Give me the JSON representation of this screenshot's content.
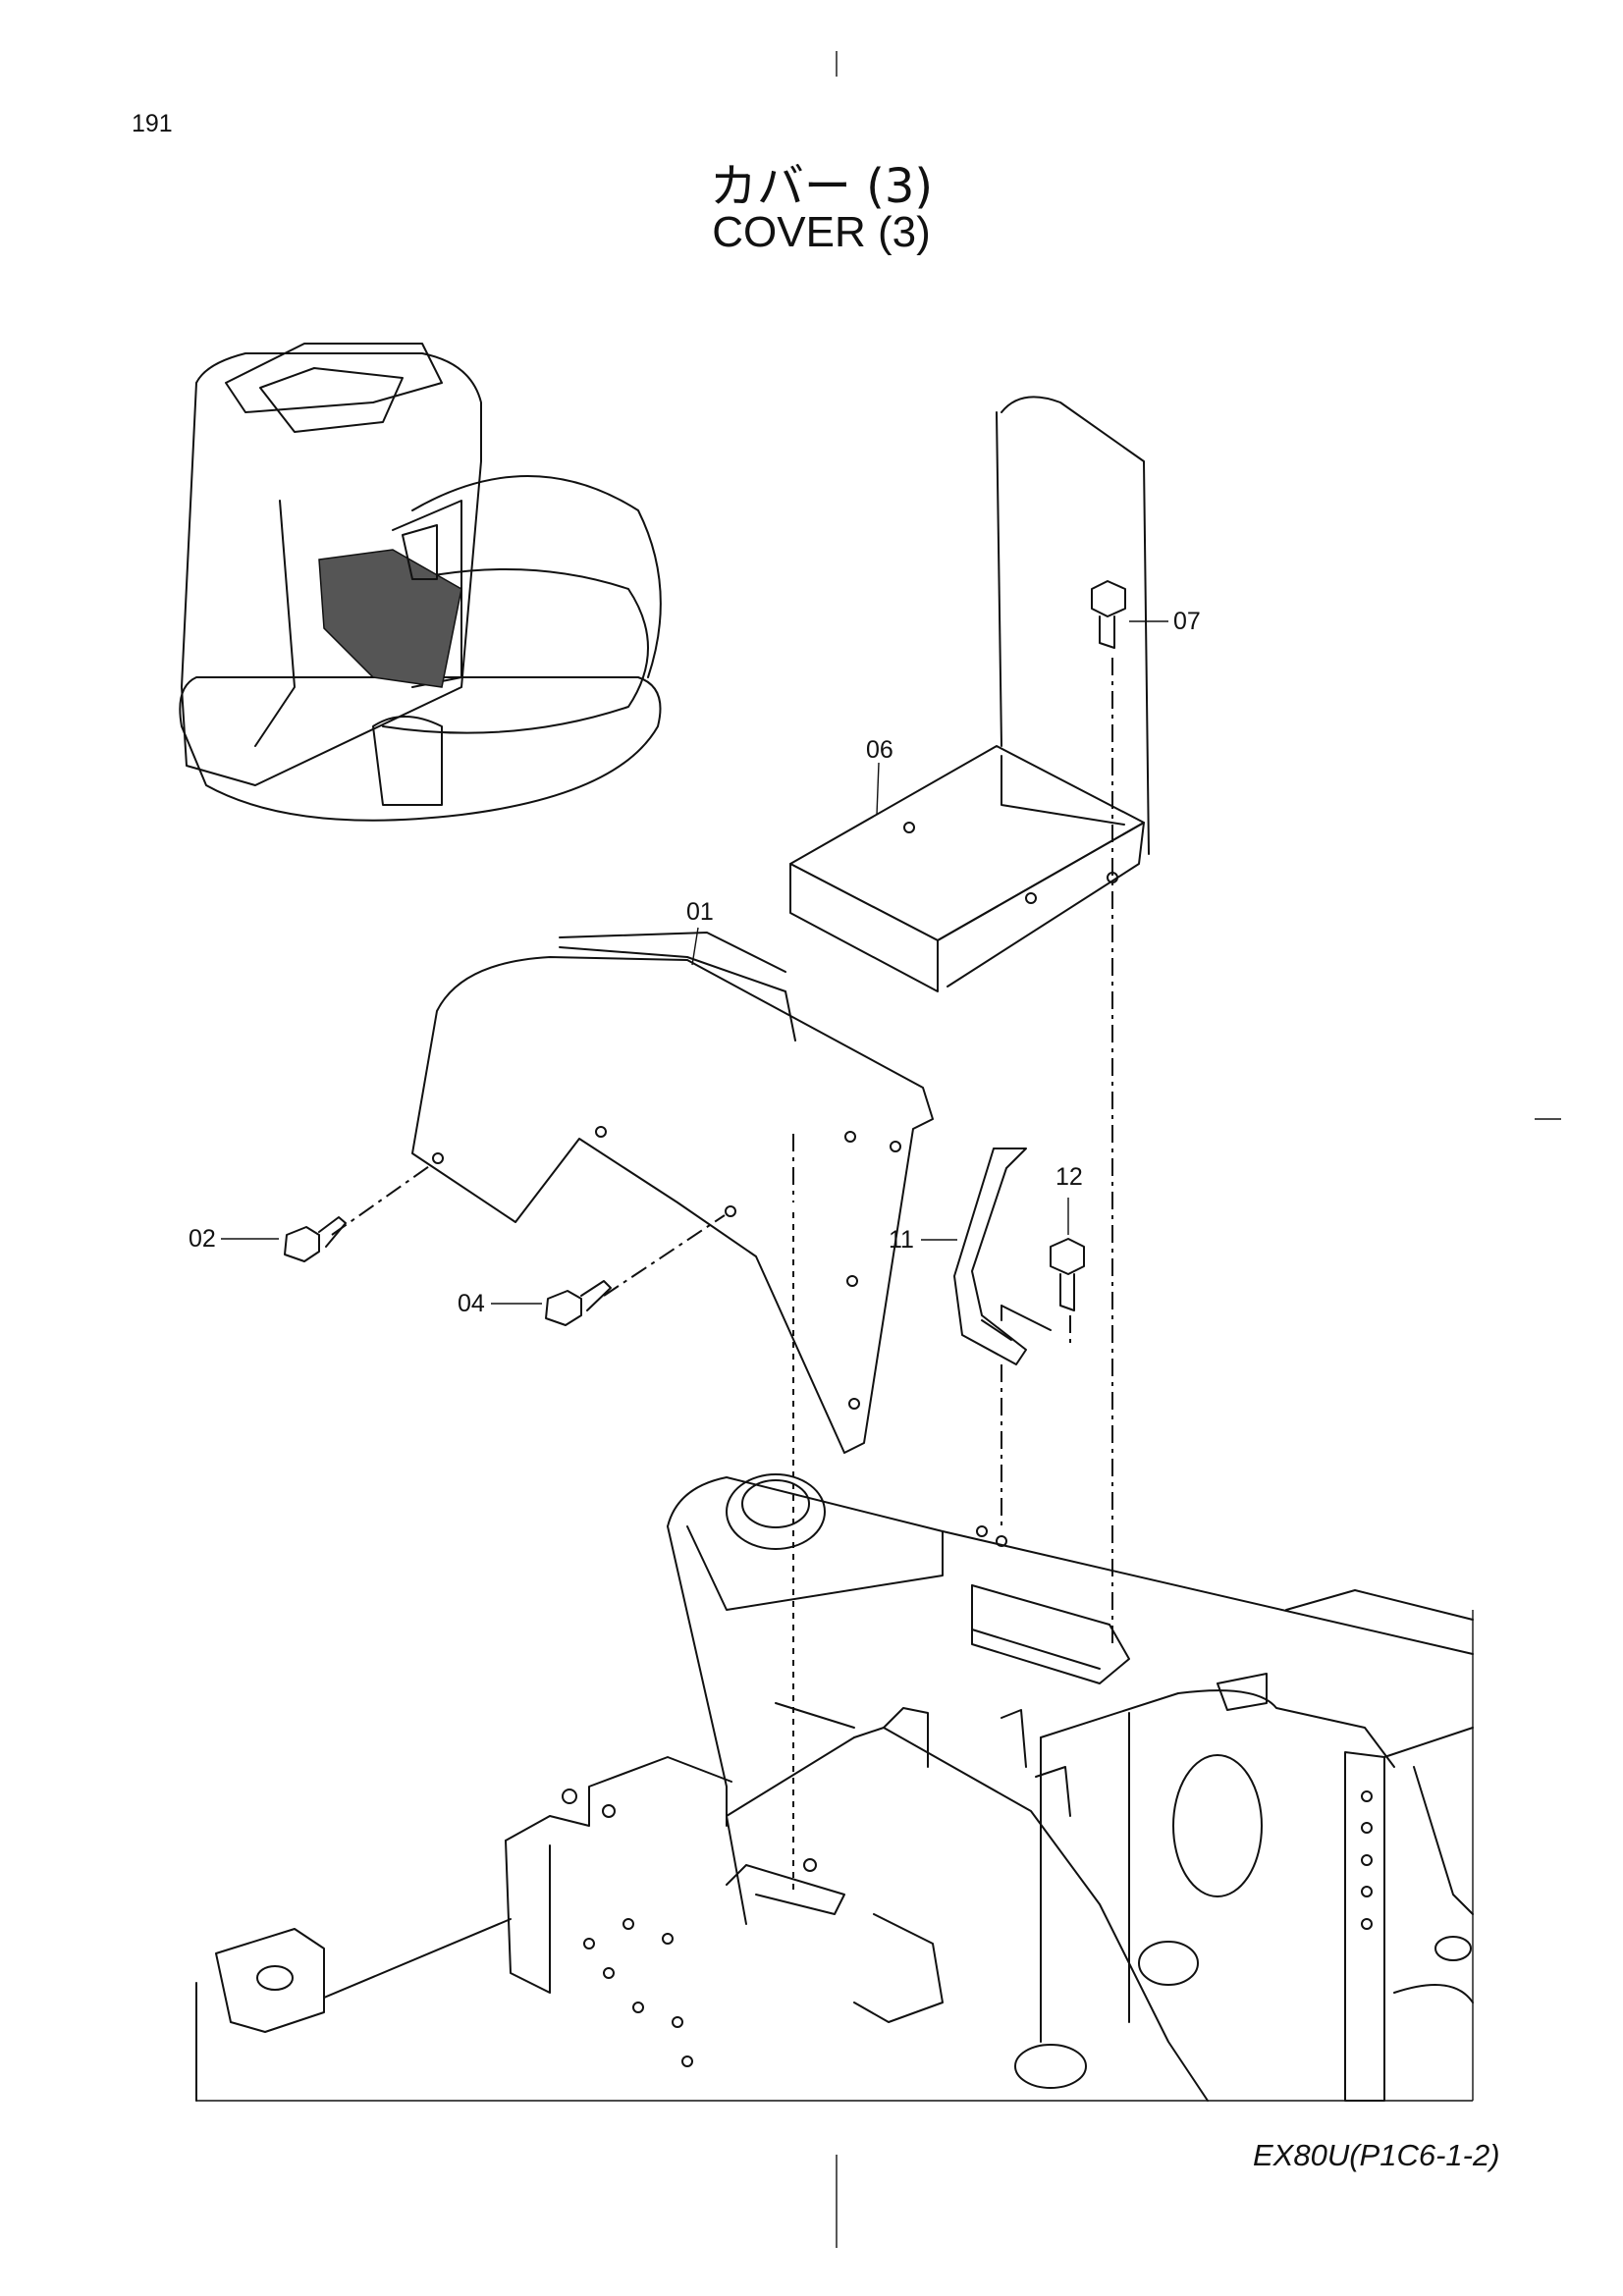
{
  "page_number": "191",
  "title": {
    "japanese": "カバー (3)",
    "english": "COVER (3)"
  },
  "model_code": "EX80U(P1C6-1-2)",
  "part_labels": {
    "p01": "01",
    "p02": "02",
    "p04": "04",
    "p06": "06",
    "p07": "07",
    "p11": "11",
    "p12": "12"
  }
}
